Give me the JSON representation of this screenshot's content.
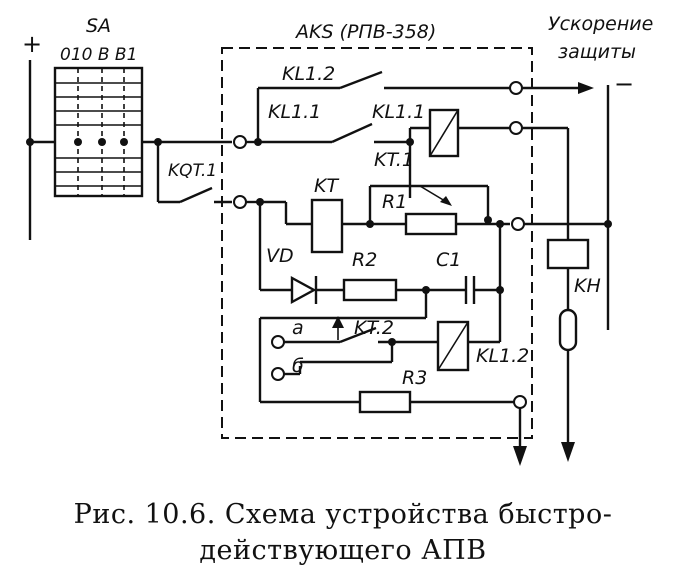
{
  "labels": {
    "plus": "+",
    "minus": "−",
    "sa": "SA",
    "sa_positions": "010 B B1",
    "aks": "AKS (РПВ-358)",
    "accel_line1": "Ускорение",
    "accel_line2": "защиты",
    "kl12_top": "KL1.2",
    "kl11": "KL1.1",
    "kl11_coil": "KL1.1",
    "kt1": "KT.1",
    "kqt1": "KQT.1",
    "kt": "KT",
    "r1": "R1",
    "vd": "VD",
    "r2": "R2",
    "c1": "C1",
    "a": "a",
    "b": "б",
    "kt2": "KT.2",
    "kl12_coil": "KL1.2",
    "r3": "R3",
    "kh": "KH"
  },
  "caption": {
    "line1": "Рис. 10.6. Схема устройства быстро-",
    "line2": "действующего АПВ"
  }
}
